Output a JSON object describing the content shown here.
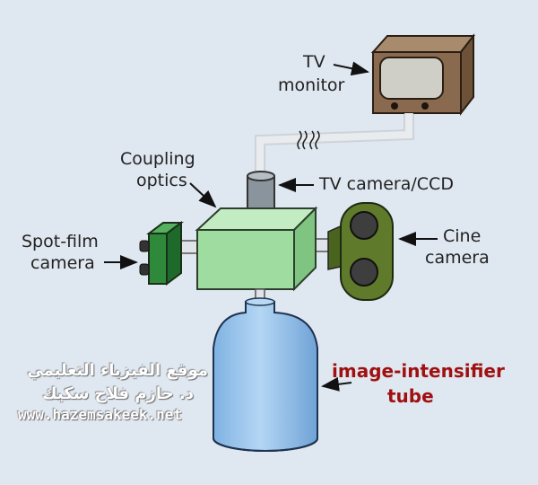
{
  "labels": {
    "tv_monitor_1": "TV",
    "tv_monitor_2": "monitor",
    "coupling_1": "Coupling",
    "coupling_2": "optics",
    "tv_camera": "TV camera/CCD",
    "spot_1": "Spot-film",
    "spot_2": "camera",
    "cine_1": "Cine",
    "cine_2": "camera",
    "intensifier_1": "image-intensifier",
    "intensifier_2": "tube"
  },
  "watermark": {
    "line1": "موقع الفيزياء التعليمي",
    "line2": "د. حازم فلاح سكيك",
    "url": "www.hazemsakeek.net"
  },
  "colors": {
    "background": "#dfe7f0",
    "green_box": "#9fdca0",
    "spot_camera": "#2e8a3a",
    "cine_camera": "#5e7a2a",
    "tube": "#9cc4ea",
    "monitor_case": "#8a6a4e",
    "label_red": "#a01010"
  }
}
